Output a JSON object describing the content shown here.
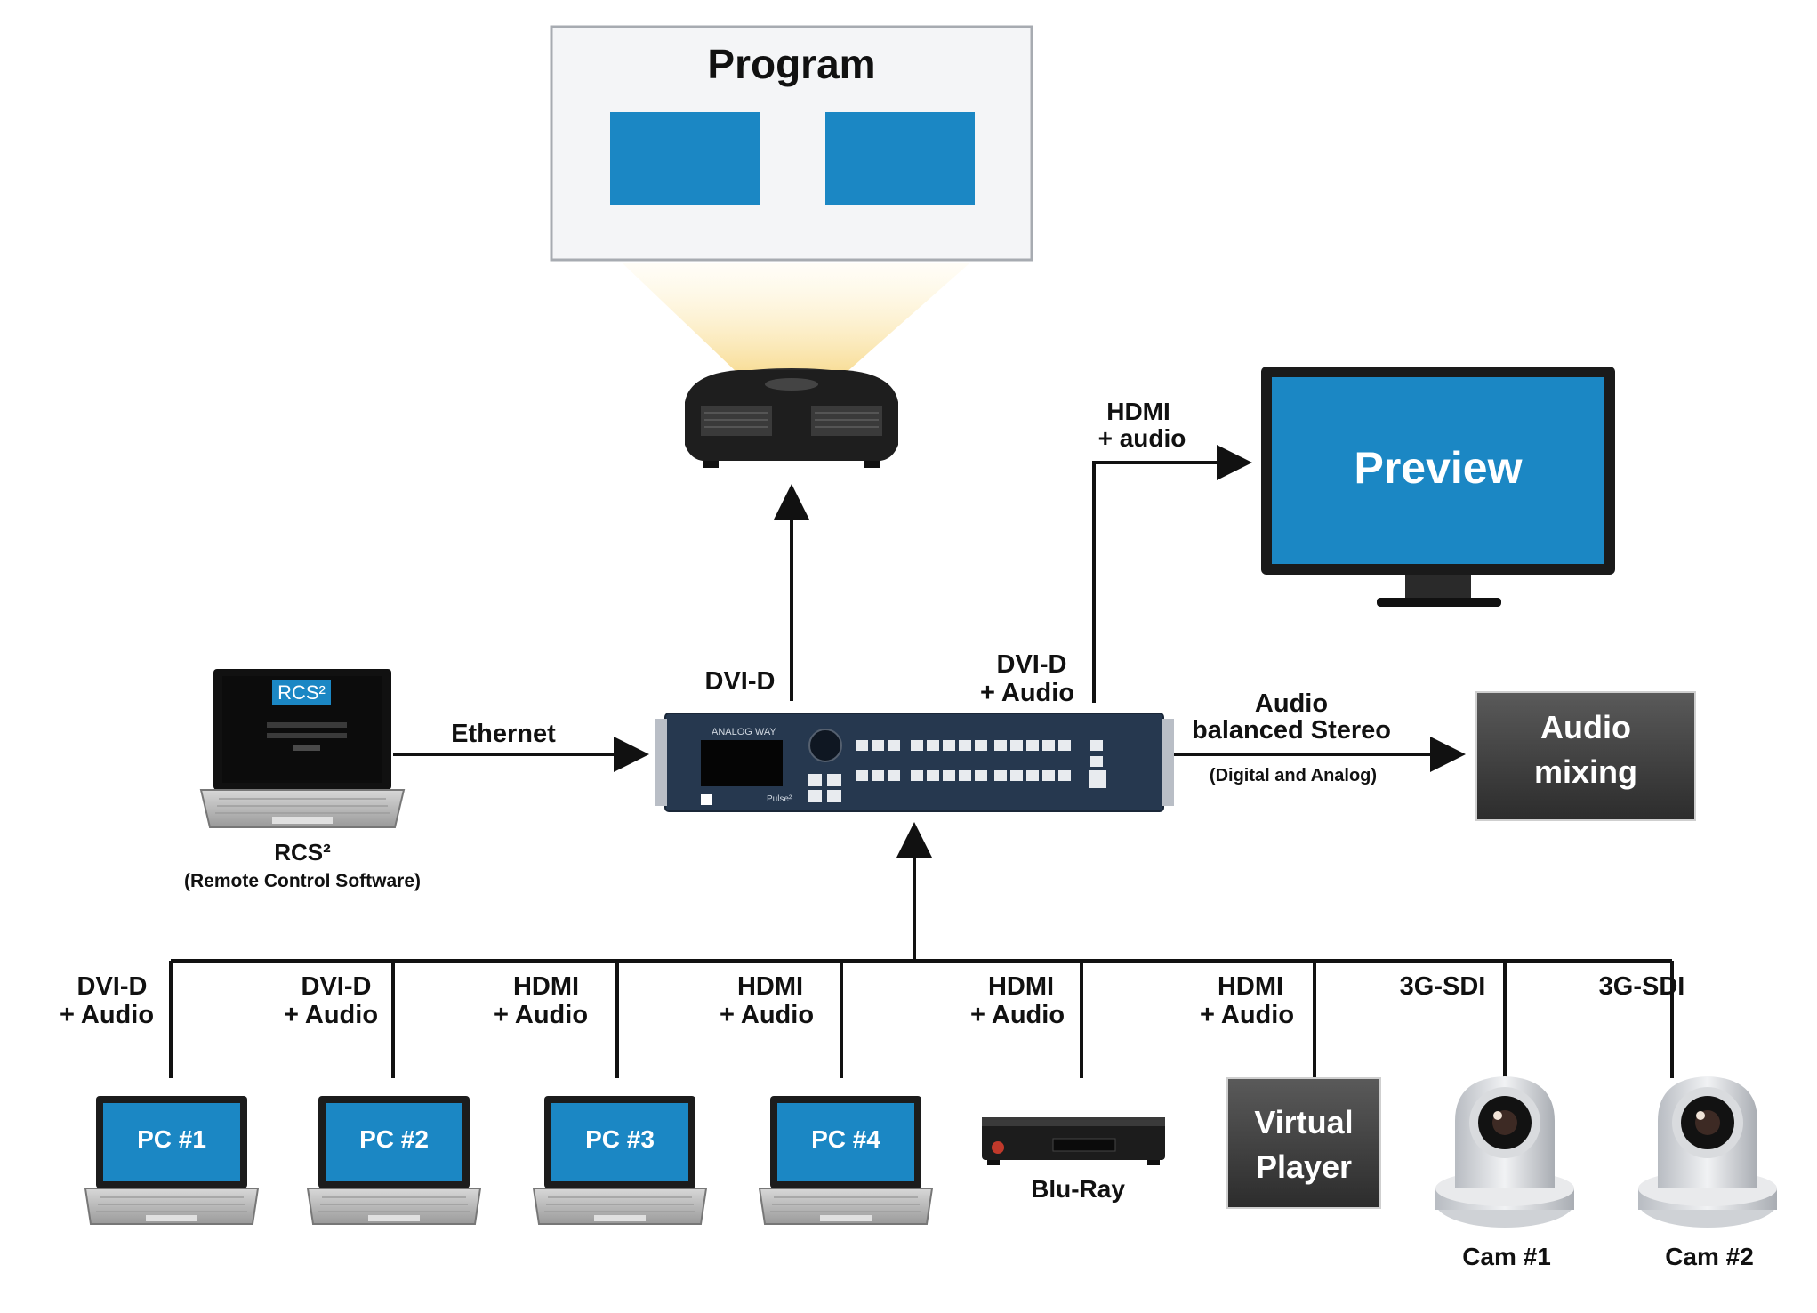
{
  "program": {
    "title": "Program"
  },
  "preview": {
    "label": "Preview"
  },
  "switcher": {
    "brand": "ANALOG WAY",
    "model": "Pulse²"
  },
  "links": {
    "to_projector": "DVI-D",
    "to_preview_line1": "DVI-D",
    "to_preview_line2": "+ Audio",
    "hdmi_line1": "HDMI",
    "hdmi_line2": "+ audio",
    "ethernet": "Ethernet",
    "audio_line1": "Audio",
    "audio_line2": "balanced Stereo",
    "audio_line3": "(Digital and Analog)"
  },
  "rcs": {
    "logo": "RCS²",
    "name": "RCS²",
    "subtitle": "(Remote Control Software)"
  },
  "audio_mixing": {
    "line1": "Audio",
    "line2": "mixing"
  },
  "sources": [
    {
      "label": "PC #1",
      "signal_line1": "DVI-D",
      "signal_line2": "+ Audio"
    },
    {
      "label": "PC #2",
      "signal_line1": "DVI-D",
      "signal_line2": "+ Audio"
    },
    {
      "label": "PC #3",
      "signal_line1": "HDMI",
      "signal_line2": "+ Audio"
    },
    {
      "label": "PC #4",
      "signal_line1": "HDMI",
      "signal_line2": "+ Audio"
    },
    {
      "label": "Blu-Ray",
      "signal_line1": "HDMI",
      "signal_line2": "+ Audio"
    },
    {
      "label_line1": "Virtual",
      "label_line2": "Player",
      "signal_line1": "HDMI",
      "signal_line2": "+ Audio"
    },
    {
      "label": "Cam #1",
      "signal_line1": "3G-SDI"
    },
    {
      "label": "Cam #2",
      "signal_line1": "3G-SDI"
    }
  ],
  "colors": {
    "screen_blue": "#1b87c4",
    "dark_panel": "#3c3c3c",
    "device_navy": "#26384f",
    "line": "#111111"
  }
}
